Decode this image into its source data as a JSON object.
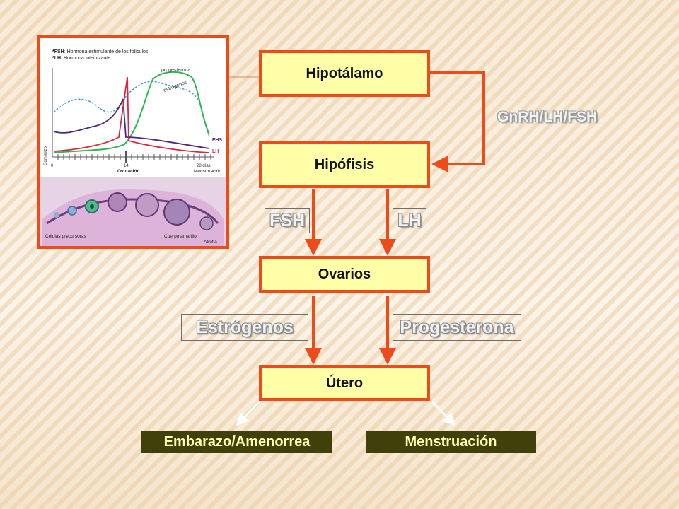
{
  "flow": {
    "hypothalamus": "Hipotálamo",
    "pituitary": "Hipófisis",
    "ovaries": "Ovarios",
    "uterus": "Útero",
    "feedback_label": "GnRH/LH/FSH",
    "pituitary_hormones": [
      "FSH",
      "LH"
    ],
    "ovarian_hormones": [
      "Estrógenos",
      "Progesterona"
    ],
    "outcomes": [
      "Embarazo/Amenorrea",
      "Menstruación"
    ]
  },
  "illustration": {
    "legend_fsh_key": "*FSH",
    "legend_fsh_text": ": Hormona estimulante de los folículos",
    "legend_lh_key": "*LH",
    "legend_lh_text": ": Hormona luteinizante",
    "curve_progesterona": "progesterona",
    "curve_estrogenos": "estrógenos",
    "curve_fhs": "FHS",
    "curve_lh": "LH",
    "y_axis_label": "Comienzo",
    "x_tick_start": "0",
    "x_tick_mid": "14",
    "x_tick_end": "28 días",
    "label_ovulacion": "Ovulación",
    "label_menstruacion": "Menstruación",
    "label_celulas": "Células precursoras",
    "label_cuerpo": "Cuerpo amarillo",
    "label_atrofia": "Atrofia"
  },
  "colors": {
    "accent": "#ee4b1b",
    "box_fill": "#ffffa8",
    "outcome_fill": "#40400a",
    "outcome_text": "#ffffb0",
    "progesterona_curve": "#2fb552",
    "estrogenos_curve": "#3f9fcf",
    "fhs_curve": "#4a2a7a",
    "lh_curve": "#d8283c"
  }
}
